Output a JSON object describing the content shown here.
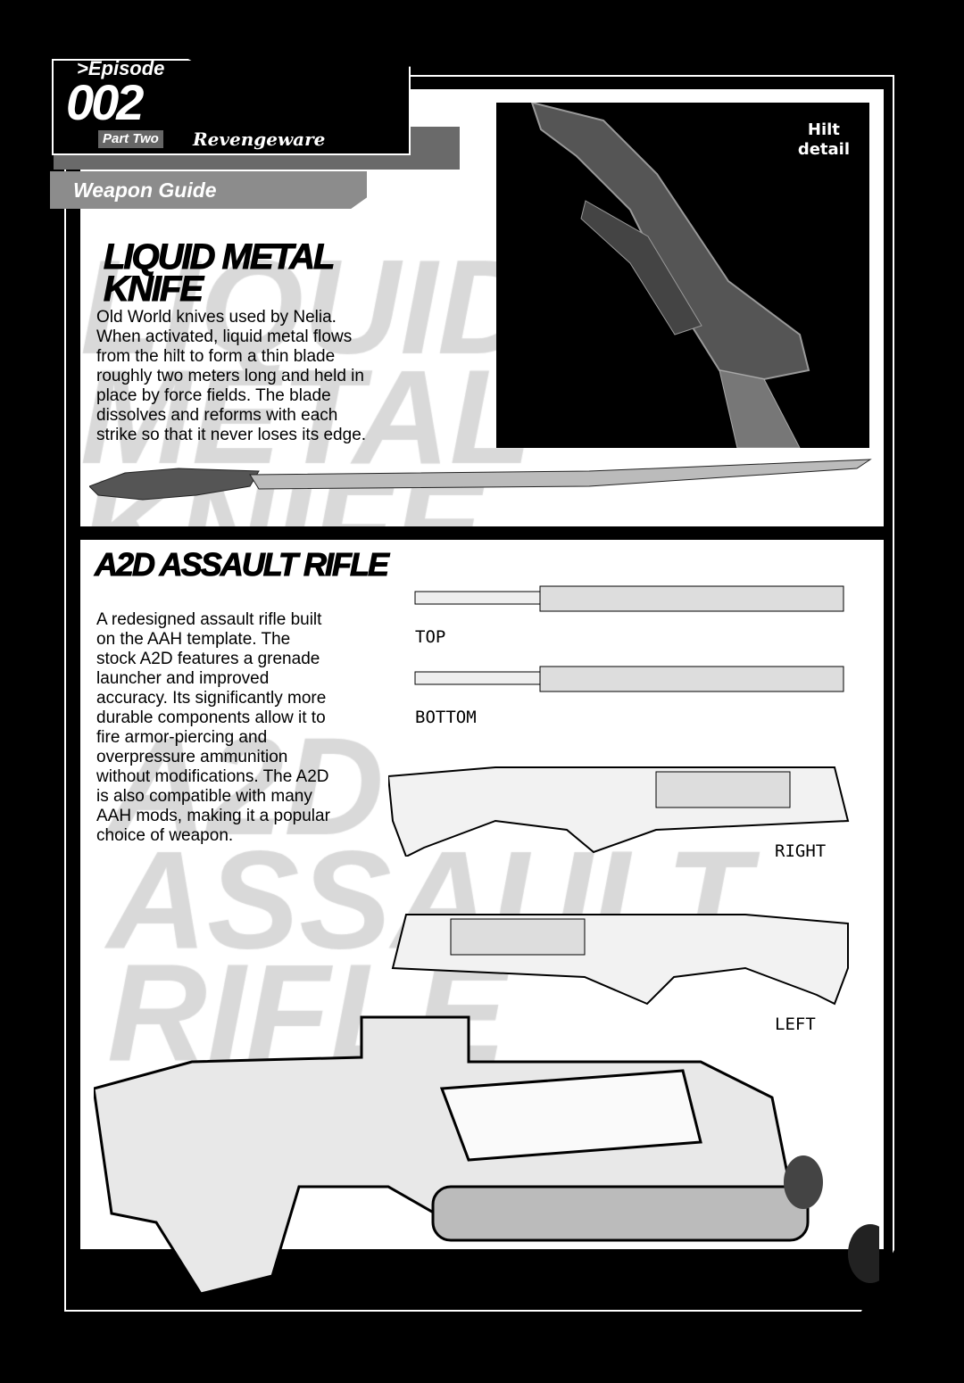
{
  "header": {
    "episode_label": ">Episode",
    "episode_number": "002",
    "part_label": "Part Two",
    "part_title": "Revengeware",
    "section": "Weapon Guide"
  },
  "knife": {
    "title": "LIQUID METAL\nKNIFE",
    "watermark": "LIQUID\nMETAL\nKNIFE",
    "description": "Old World knives used by Nelia.\nWhen activated, liquid metal flows\nfrom the hilt to form a thin blade\nroughly two meters long and held in\nplace by force fields. The blade\ndissolves and reforms with each\nstrike so that it never loses its edge.",
    "hilt_label": "Hilt\ndetail"
  },
  "rifle": {
    "title": "A2D ASSAULT RIFLE",
    "watermark": "A2D\nASSAULT\nRIFLE",
    "description": "A redesigned assault rifle built\non the AAH template. The\nstock A2D features a grenade\nlauncher and improved\naccuracy. Its significantly more\ndurable components allow it to\nfire armor-piercing and\noverpressure ammunition\nwithout modifications. The A2D\nis also compatible with many\nAAH mods, making it a popular\nchoice of weapon.",
    "views": [
      "TOP",
      "BOTTOM",
      "RIGHT",
      "LEFT"
    ]
  }
}
